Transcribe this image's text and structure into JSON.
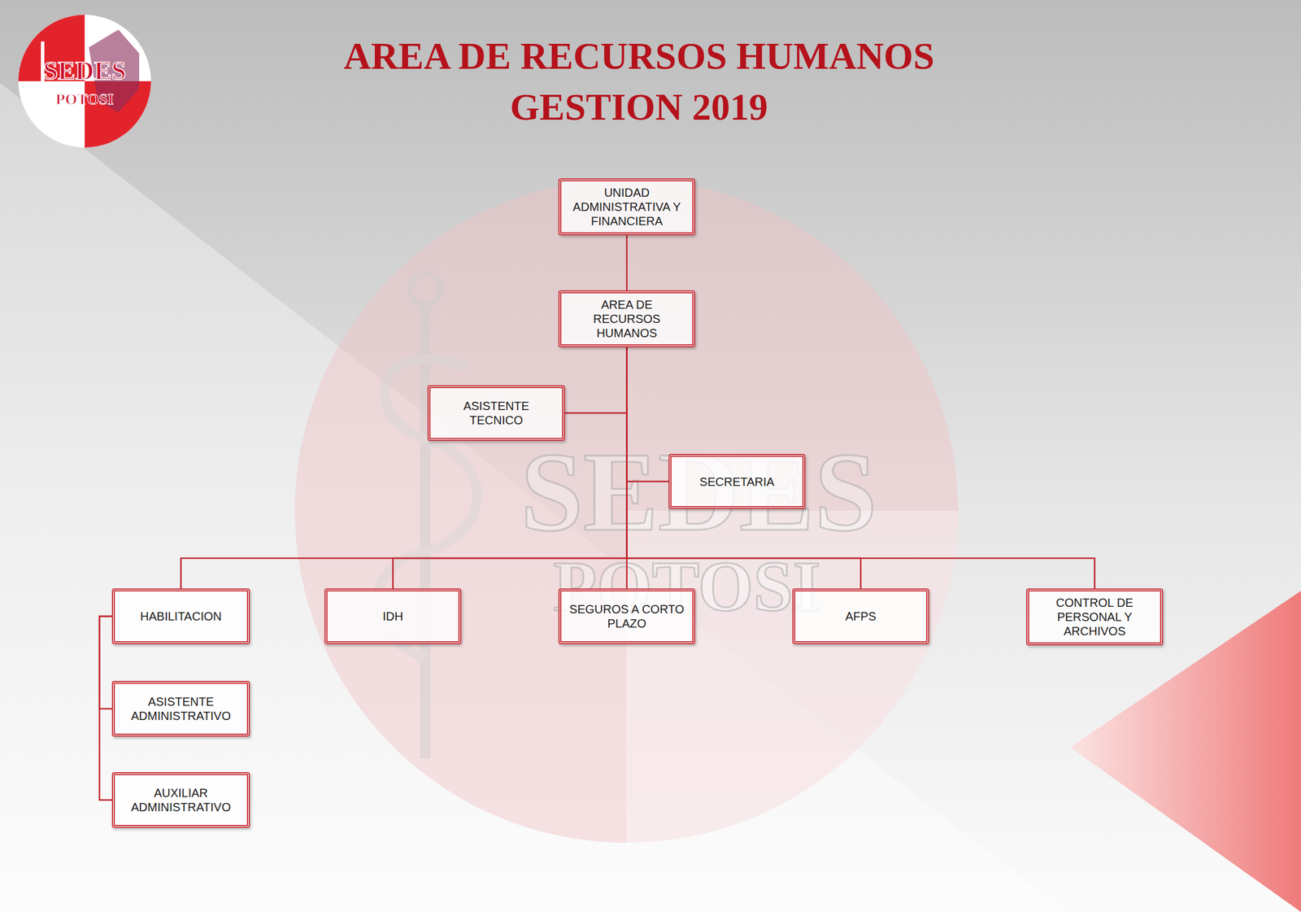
{
  "diagram": {
    "title": "AREA DE RECURSOS HUMANOS GESTION 2019",
    "nodes": [
      {
        "text": [
          "UNIDAD ADMINISTRATIVA Y FINANCIERA"
        ]
      },
      {
        "text": [
          "AREA DE RECURSOS HUMANOS"
        ]
      },
      {
        "text": [
          "ASISTENTE TECNICO"
        ]
      },
      {
        "text": [
          "SECRETARIA"
        ]
      },
      {
        "text": [
          "HABILITACION"
        ]
      },
      {
        "text": [
          "IDH"
        ]
      },
      {
        "text": [
          "SEGUROS A CORTO PLAZO"
        ]
      },
      {
        "text": [
          "AFPS"
        ]
      },
      {
        "text": [
          "CONTROL DE PERSONAL Y ARCHIVOS"
        ]
      },
      {
        "text": [
          "ASISTENTE ADMINISTRATIVO"
        ]
      },
      {
        "text": [
          "AUXILIAR ADMINISTRATIVO"
        ]
      }
    ],
    "edges": [
      {
        "from": 0,
        "to": 1,
        "arrow": "none"
      },
      {
        "from": 1,
        "to": 2,
        "arrow": "none"
      },
      {
        "from": 1,
        "to": 3,
        "arrow": "none"
      },
      {
        "from": 1,
        "to": 4,
        "arrow": "none"
      },
      {
        "from": 1,
        "to": 5,
        "arrow": "none"
      },
      {
        "from": 1,
        "to": 6,
        "arrow": "none"
      },
      {
        "from": 1,
        "to": 7,
        "arrow": "none"
      },
      {
        "from": 1,
        "to": 8,
        "arrow": "none"
      },
      {
        "from": 4,
        "to": 9,
        "arrow": "none"
      },
      {
        "from": 4,
        "to": 10,
        "arrow": "none"
      }
    ],
    "labels": [
      "SEDES",
      "POTOSI",
      "SEDES",
      "POTOSI"
    ]
  }
}
